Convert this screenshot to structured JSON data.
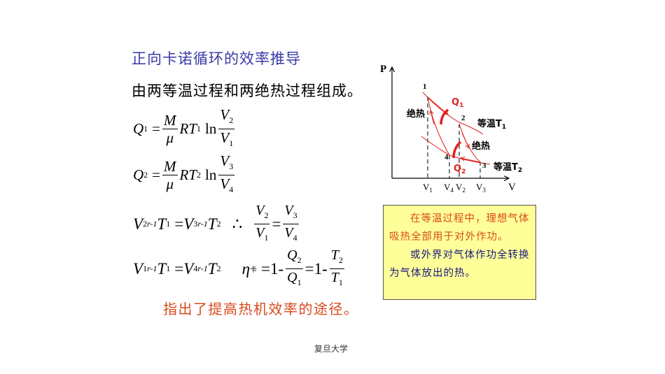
{
  "slide": {
    "title": "正向卡诺循环的效率推导",
    "subtitle": "由两等温过程和两绝热过程组成。",
    "conclusion": "指出了提高热机效率的途径。",
    "footer": "复旦大学",
    "colors": {
      "title": "#3a3aa8",
      "conclusion": "#d84a1c",
      "note_bg": "#ffff99",
      "curve": "#e02020",
      "note_text_1": "#d84a1c",
      "note_text_2": "#1a1a80"
    }
  },
  "equations": {
    "q1": {
      "lhs": "Q",
      "lhs_sub": "1",
      "coef_num": "M",
      "coef_den": "μ",
      "rt": "RT",
      "rt_sub": "1",
      "ln": "ln",
      "ratio_num": "V",
      "ratio_num_sub": "2",
      "ratio_den": "V",
      "ratio_den_sub": "1"
    },
    "q2": {
      "lhs": "Q",
      "lhs_sub": "2",
      "coef_num": "M",
      "coef_den": "μ",
      "rt": "RT",
      "rt_sub": "2",
      "ln": "ln",
      "ratio_num": "V",
      "ratio_num_sub": "3",
      "ratio_den": "V",
      "ratio_den_sub": "4"
    },
    "adiabat1": {
      "v_a": "V",
      "v_a_sub": "2",
      "exp": "r-1",
      "t_a": "T",
      "t_a_sub": "1",
      "v_b": "V",
      "v_b_sub": "3",
      "t_b": "T",
      "t_b_sub": "2",
      "therefore": "∴",
      "f1_num": "V",
      "f1_num_sub": "2",
      "f1_den": "V",
      "f1_den_sub": "1",
      "f2_num": "V",
      "f2_num_sub": "3",
      "f2_den": "V",
      "f2_den_sub": "4"
    },
    "adiabat2": {
      "v_a": "V",
      "v_a_sub": "1",
      "exp": "r-1",
      "t_a": "T",
      "t_a_sub": "1",
      "v_b": "V",
      "v_b_sub": "4",
      "t_b": "T",
      "t_b_sub": "2"
    },
    "efficiency": {
      "eta": "η",
      "eta_sub": "卡",
      "one_minus": "=1-",
      "q_num": "Q",
      "q_num_sub": "2",
      "q_den": "Q",
      "q_den_sub": "1",
      "t_num": "T",
      "t_num_sub": "2",
      "t_den": "T",
      "t_den_sub": "1"
    }
  },
  "diagram": {
    "axis_y": "P",
    "axis_x": "V",
    "points": [
      "1",
      "2",
      "3",
      "4"
    ],
    "x_ticks": [
      {
        "label": "V",
        "sub": "1"
      },
      {
        "label": "V",
        "sub": "4"
      },
      {
        "label": "V",
        "sub": "2"
      },
      {
        "label": "V",
        "sub": "3"
      }
    ],
    "labels": {
      "adiabatic_left": "绝热",
      "adiabatic_right": "绝热",
      "isotherm_t1": "等温T",
      "isotherm_t1_sub": "1",
      "isotherm_t2": "等温T",
      "isotherm_t2_sub": "2",
      "q1": "Q",
      "q1_sub": "1",
      "q2": "Q",
      "q2_sub": "2"
    }
  },
  "note": {
    "paragraph1": "在等温过程中，理想气体吸热全部用于对外作功。",
    "paragraph2": "或外界对气体作功全转换为气体放出的热。"
  }
}
